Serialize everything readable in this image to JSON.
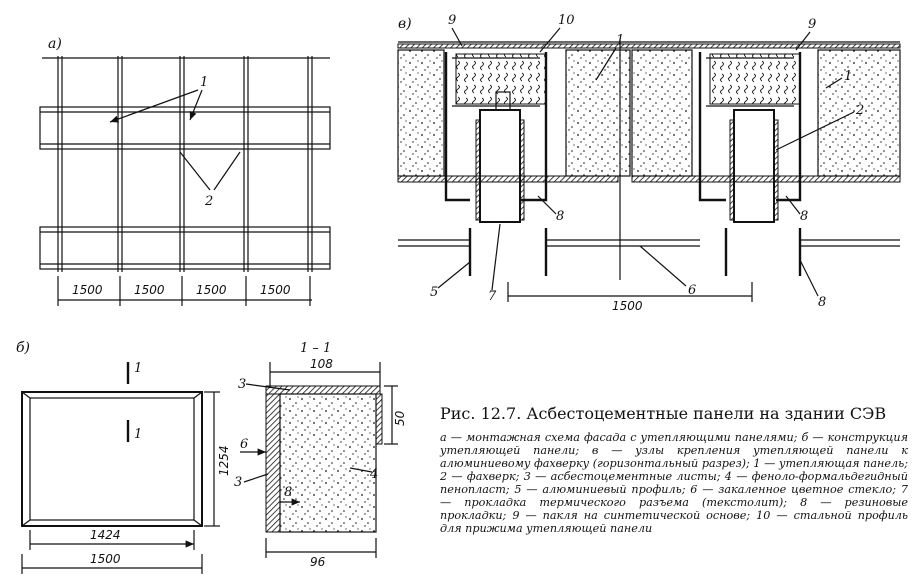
{
  "panel_a": {
    "label": "а)",
    "callouts": [
      "1",
      "2"
    ],
    "dims": [
      "1500",
      "1500",
      "1500",
      "1500"
    ]
  },
  "panel_b": {
    "label": "б)",
    "section_mark": "1",
    "dim_h": "1254",
    "dim_inner": "1424",
    "dim_outer": "1500"
  },
  "section": {
    "title": "1 – 1",
    "dim_top": "108",
    "dim_side": "50",
    "dim_bottom": "96",
    "labels": [
      "3",
      "6",
      "3",
      "8",
      "4"
    ]
  },
  "panel_v": {
    "label": "в)",
    "callouts": [
      "9",
      "10",
      "1",
      "9",
      "1",
      "2",
      "8",
      "8",
      "5",
      "7",
      "6",
      "8"
    ],
    "dim": "1500"
  },
  "caption": {
    "title": "Рис. 12.7. Асбестоцементные панели на здании СЭВ",
    "text": "а — монтажная схема фасада с утепляющими панелями; б — конструкция утепляющей панели; в — узлы крепления утепляющей панели к алюминиевому фахверку (горизонтальный разрез); 1 — утепляющая панель; 2 — фахверк; 3 — асбестоцементные листы; 4 — феноло-формальдегидный пенопласт; 5 — алюминиевый профиль; 6 — закаленное цветное стекло; 7 — прокладка термического разъема (текстолит); 8 — резиновые прокладки; 9 — пакля на синтетической основе; 10 — стальной профиль для прижима утепляющей панели"
  }
}
